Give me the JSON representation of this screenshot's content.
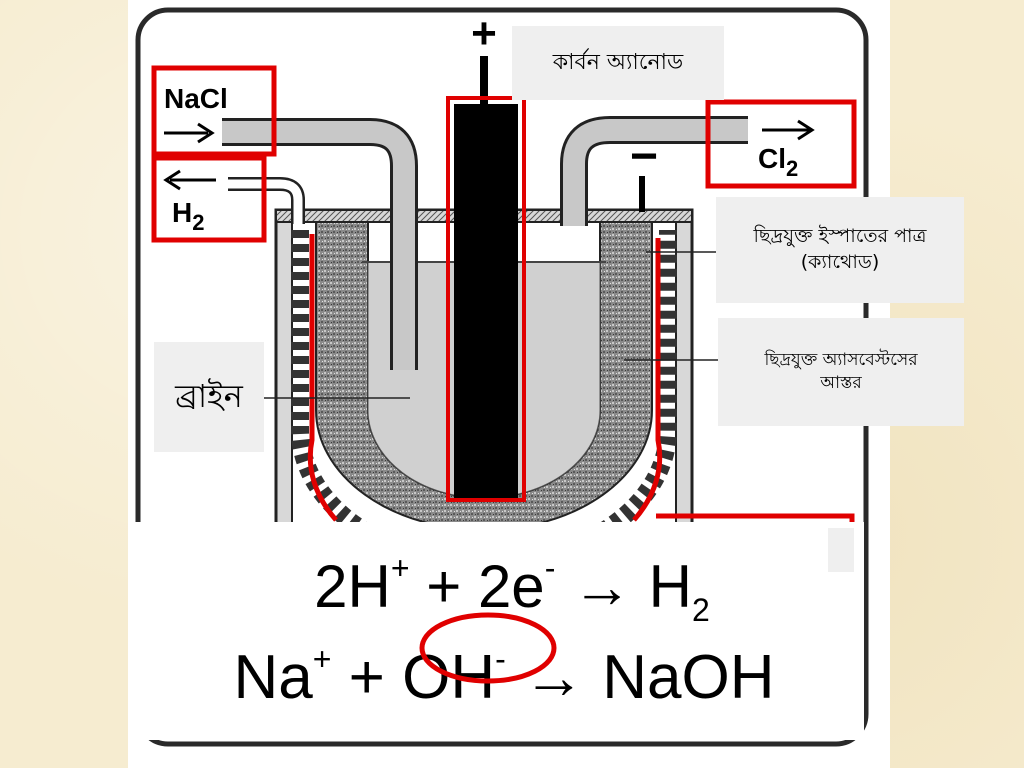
{
  "diagram": {
    "nacl_label": "NaCl",
    "h2_label": "H",
    "h2_sub": "2",
    "cl2_label": "Cl",
    "cl2_sub": "2",
    "plus_sign": "+",
    "minus_sign": "−"
  },
  "labels": {
    "carbon_anode": "কার্বন অ্যানোড",
    "cathode_line1": "ছিদ্রযুক্ত ইস্পাতের পাত্র",
    "cathode_line2": "(ক্যাথোড)",
    "asbestos_line1": "ছিদ্রযুক্ত অ্যাসবেস্টসের",
    "asbestos_line2": "আস্তর",
    "brine": "ব্রাইন"
  },
  "equations": {
    "eq1_a": "2H",
    "eq1_sup1": "+",
    "eq1_b": " + 2e",
    "eq1_sup2": "-",
    "eq1_c": " → H",
    "eq1_sub": "2",
    "eq2_a": "Na",
    "eq2_sup1": "+",
    "eq2_b": " + OH",
    "eq2_sup2": "-",
    "eq2_c": " → NaOH"
  },
  "colors": {
    "highlight": "#e00000",
    "anode": "#000000",
    "asbestos": "#7a7a7a",
    "brine": "#d0d0d0"
  }
}
